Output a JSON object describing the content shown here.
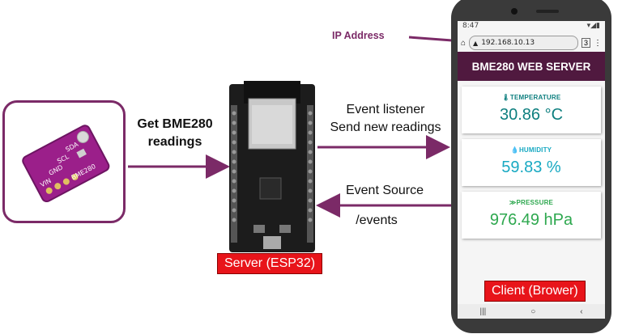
{
  "sensor": {
    "pin_labels": [
      "VIN",
      "GND",
      "SCL",
      "SDA",
      "BME280"
    ]
  },
  "labels": {
    "get_readings_line1": "Get BME280",
    "get_readings_line2": "readings",
    "event_listener": "Event listener",
    "send_new_readings": "Send new readings",
    "event_source": "Event Source",
    "events_path": "/events",
    "ip_address": "IP Address",
    "server": "Server (ESP32)",
    "client": "Client (Brower)"
  },
  "phone": {
    "status_time": "8:47",
    "url": "192.168.10.13",
    "page_title": "BME280 WEB SERVER",
    "readings": [
      {
        "label": "TEMPERATURE",
        "value": "30.86 °C",
        "icon": "thermometer-icon",
        "color": "#0e7f7f"
      },
      {
        "label": "HUMIDITY",
        "value": "59.83 %",
        "icon": "droplet-icon",
        "color": "#18a9c2"
      },
      {
        "label": "PRESSURE",
        "value": "976.49 hPa",
        "icon": "pressure-chevron-icon",
        "color": "#2ea84f"
      }
    ]
  },
  "colors": {
    "accent": "#7b2a67",
    "server_red": "#e8141a",
    "header": "#50193f"
  }
}
